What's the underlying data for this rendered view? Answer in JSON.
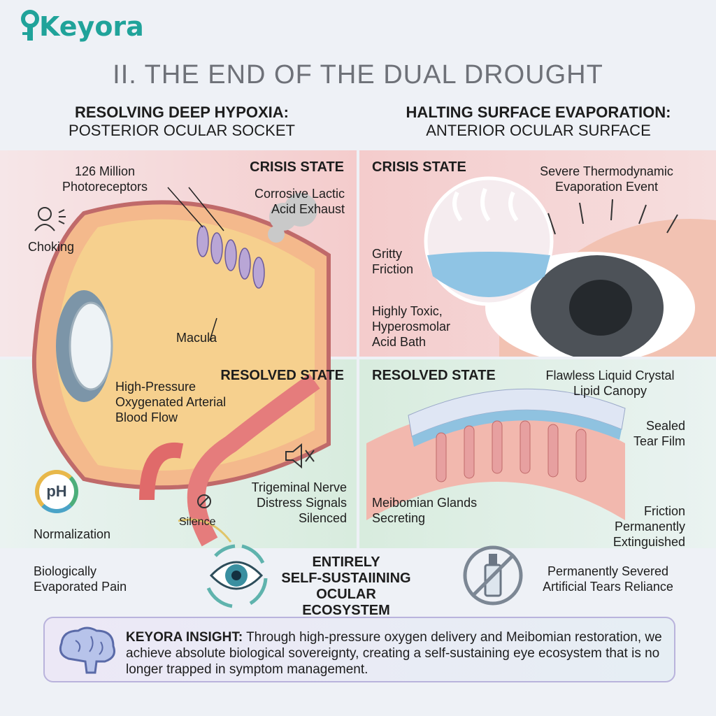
{
  "brand": {
    "name": "Keyora",
    "color": "#20a39a"
  },
  "title": "II. THE END OF THE DUAL DROUGHT",
  "left_section": {
    "heading": "RESOLVING DEEP HYPOXIA:",
    "subheading": "POSTERIOR OCULAR SOCKET"
  },
  "right_section": {
    "heading": "HALTING SURFACE EVAPORATION:",
    "subheading": "ANTERIOR OCULAR SURFACE"
  },
  "top_left": {
    "state": "CRISIS STATE",
    "labels": {
      "photoreceptors_1": "126 Million",
      "photoreceptors_2": "Photoreceptors",
      "lactic_1": "Corrosive Lactic",
      "lactic_2": "Acid Exhaust",
      "choking": "Choking",
      "macula": "Macula"
    }
  },
  "top_right": {
    "state": "CRISIS STATE",
    "labels": {
      "evap_1": "Severe Thermodynamic",
      "evap_2": "Evaporation Event",
      "gritty_1": "Gritty",
      "gritty_2": "Friction",
      "toxic_1": "Highly Toxic,",
      "toxic_2": "Hyperosmolar",
      "toxic_3": "Acid Bath"
    }
  },
  "bottom_left": {
    "state": "RESOLVED STATE",
    "labels": {
      "blood_1": "High-Pressure",
      "blood_2": "Oxygenated Arterial",
      "blood_3": "Blood Flow",
      "nerve_1": "Trigeminal Nerve",
      "nerve_2": "Distress Signals",
      "nerve_3": "Silenced",
      "silence": "Silence",
      "ph": "pH",
      "normalization": "Normalization"
    }
  },
  "bottom_right": {
    "state": "RESOLVED STATE",
    "labels": {
      "lipid_1": "Flawless Liquid Crystal",
      "lipid_2": "Lipid Canopy",
      "tear_1": "Sealed",
      "tear_2": "Tear Film",
      "glands_1": "Meibomian Glands",
      "glands_2": "Secreting",
      "friction_1": "Friction",
      "friction_2": "Permanently",
      "friction_3": "Extinguished"
    }
  },
  "footer": {
    "pain_1": "Biologically",
    "pain_2": "Evaporated Pain",
    "eco_1": "ENTIRELY",
    "eco_2": "SELF-SUSTAIINING",
    "eco_3": "OCULAR ECOSYSTEM",
    "tears_1": "Permanently Severed",
    "tears_2": "Artificial Tears Reliance"
  },
  "insight": {
    "label": "KEYORA INSIGHT:",
    "text": " Through high-pressure oxygen delivery and Meibomian restoration, we achieve absolute biological sovereignty, creating a self-sustaining eye ecosystem that is no longer trapped in symptom management."
  }
}
